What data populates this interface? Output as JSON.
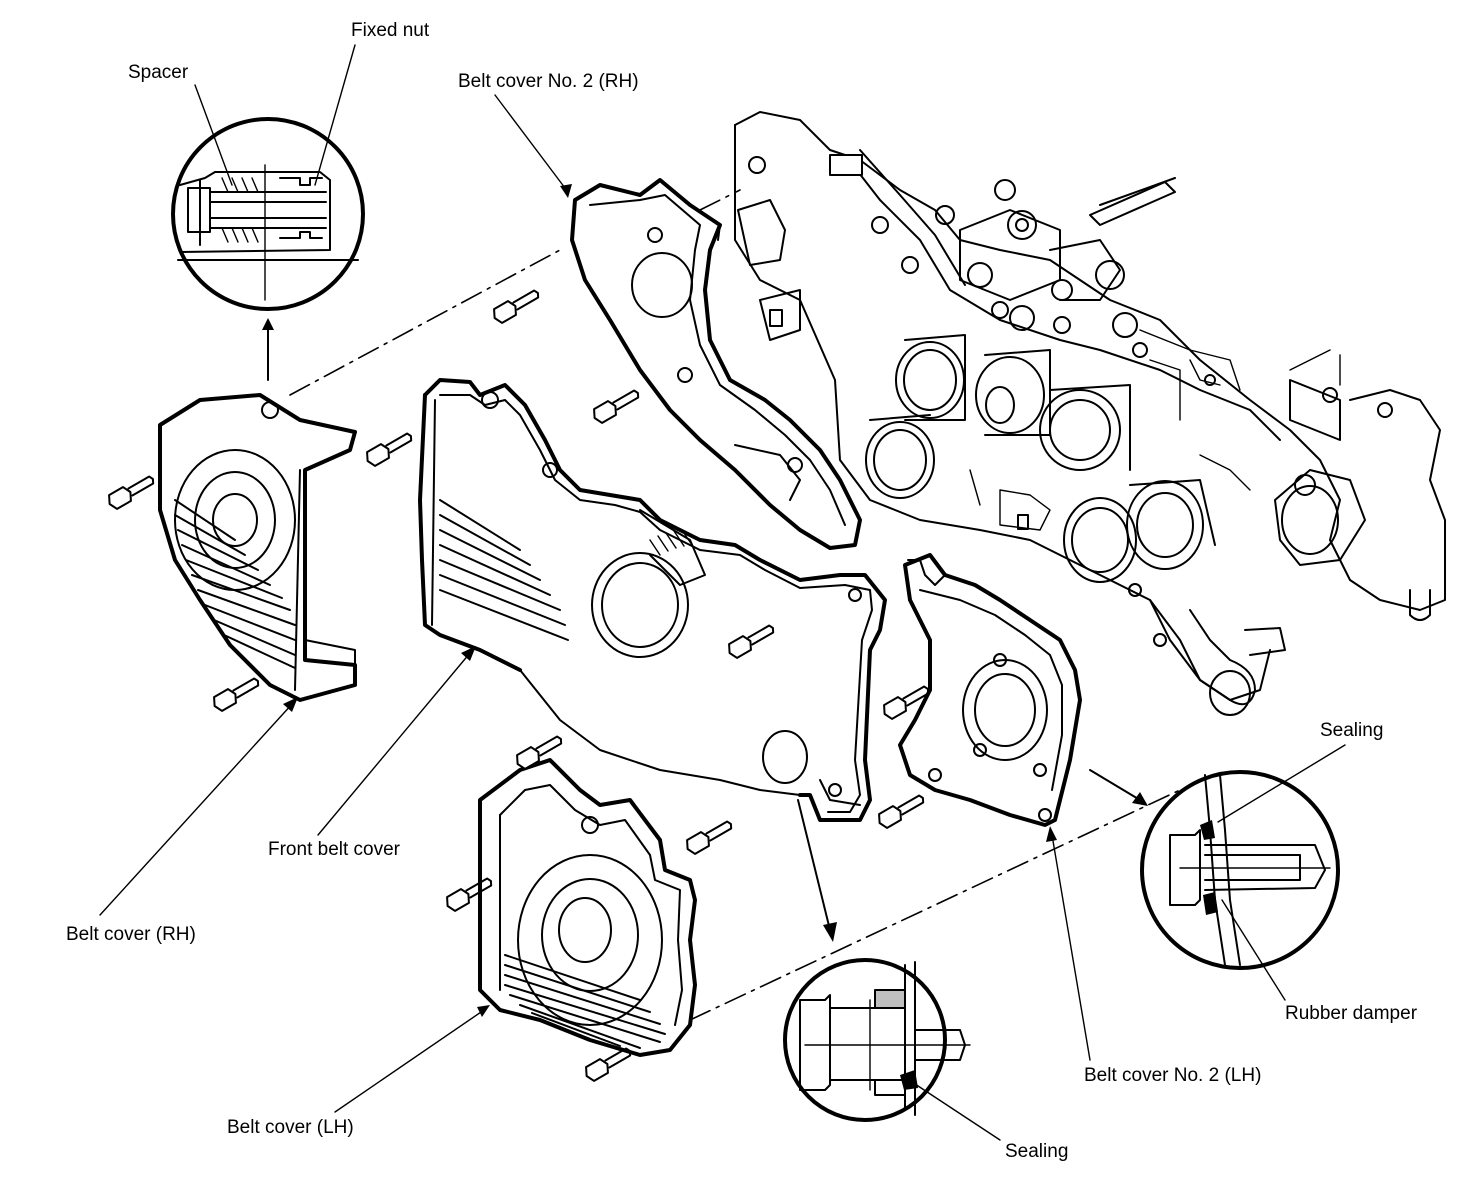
{
  "labels": {
    "fixed_nut": "Fixed nut",
    "spacer": "Spacer",
    "belt_cover_no2_rh": "Belt cover No. 2 (RH)",
    "belt_cover_rh": "Belt cover (RH)",
    "front_belt_cover": "Front belt cover",
    "belt_cover_lh": "Belt cover (LH)",
    "belt_cover_no2_lh": "Belt cover No. 2 (LH)",
    "sealing_right": "Sealing",
    "rubber_damper": "Rubber damper",
    "sealing_bottom": "Sealing"
  },
  "colors": {
    "ink": "#000000",
    "paper": "#ffffff"
  }
}
